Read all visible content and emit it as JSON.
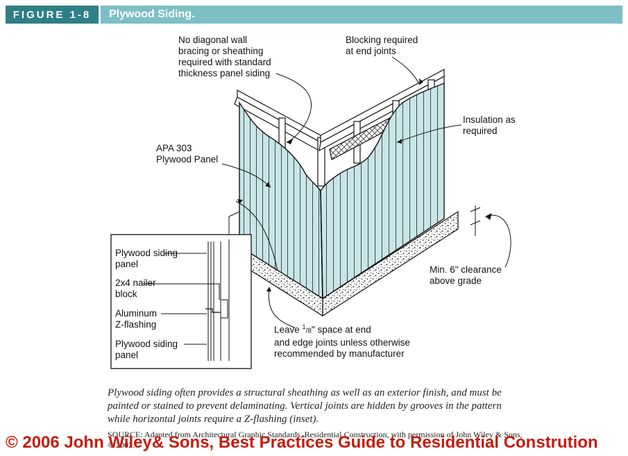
{
  "header": {
    "figure_number": "FIGURE 1-8",
    "title": "Plywood Siding."
  },
  "labels": {
    "no_bracing": "No diagonal wall\nbracing or sheathing\nrequired with standard\nthickness panel siding",
    "blocking": "Blocking required\nat end joints",
    "insulation": "Insulation as\nrequired",
    "apa_panel": "APA 303\nPlywood Panel",
    "clearance": "Min. 6\" clearance\nabove grade",
    "leave_space_pre": "Leave ",
    "leave_space_sup": "1",
    "leave_space_frac": "/8",
    "leave_space_post": "\" space at end",
    "leave_space_rest": "and edge joints unless otherwise\nrecommended by manufacturer"
  },
  "inset": {
    "siding_top": "Plywood siding\npanel",
    "nailer": "2x4 nailer\nblock",
    "zflash": "Aluminum\nZ-flashing",
    "siding_bottom": "Plywood siding\npanel"
  },
  "caption": "Plywood siding often provides a structural sheathing as well as an exterior finish, and must be painted or stained to prevent delaminating. Vertical joints are hidden by grooves in the pattern while horizontal joints require a Z-flashing (inset).",
  "source": "SOURCE: Adapted from Architectural Graphic Standards, Residential Construction, with permission of John Wiley & Sons, © 2002.",
  "copyright": "© 2006 John Wiley& Sons, Best Practices Guide to Residential Constrution",
  "colors": {
    "panel": "#c8e6e7",
    "header_dark": "#2f7f86",
    "header_light": "#7dbfc4",
    "copyright": "#c41c0c"
  }
}
